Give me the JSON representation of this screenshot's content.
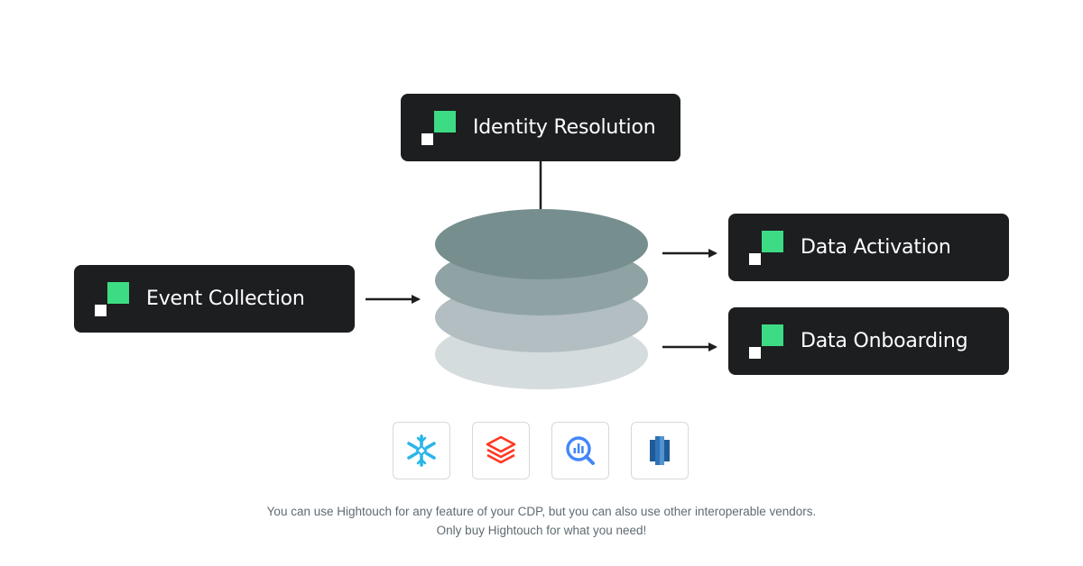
{
  "colors": {
    "accent": "#3ddc84",
    "card_bg": "#1d1e20",
    "layer_1": "#768f8e",
    "layer_2": "#8fa2a4",
    "layer_3": "#b2bec2",
    "layer_4": "#d5dcde"
  },
  "cards": {
    "identity_resolution": {
      "label": "Identity Resolution",
      "icon": "hightouch-logo-icon"
    },
    "event_collection": {
      "label": "Event Collection",
      "icon": "hightouch-logo-icon"
    },
    "data_activation": {
      "label": "Data Activation",
      "icon": "hightouch-logo-icon"
    },
    "data_onboarding": {
      "label": "Data Onboarding",
      "icon": "hightouch-logo-icon"
    }
  },
  "warehouse": {
    "icon": "database-layers-icon",
    "layers": 4
  },
  "vendors": [
    {
      "name": "snowflake",
      "icon": "snowflake-icon",
      "color": "#29b5e8"
    },
    {
      "name": "databricks",
      "icon": "databricks-icon",
      "color": "#ff3621"
    },
    {
      "name": "bigquery",
      "icon": "bigquery-icon",
      "color": "#4386fa"
    },
    {
      "name": "redshift",
      "icon": "redshift-icon",
      "color": "#205b98"
    }
  ],
  "caption": {
    "line1": "You can use Hightouch for any feature of your CDP, but you can also use other interoperable vendors.",
    "line2": "Only buy Hightouch for what you need!"
  }
}
